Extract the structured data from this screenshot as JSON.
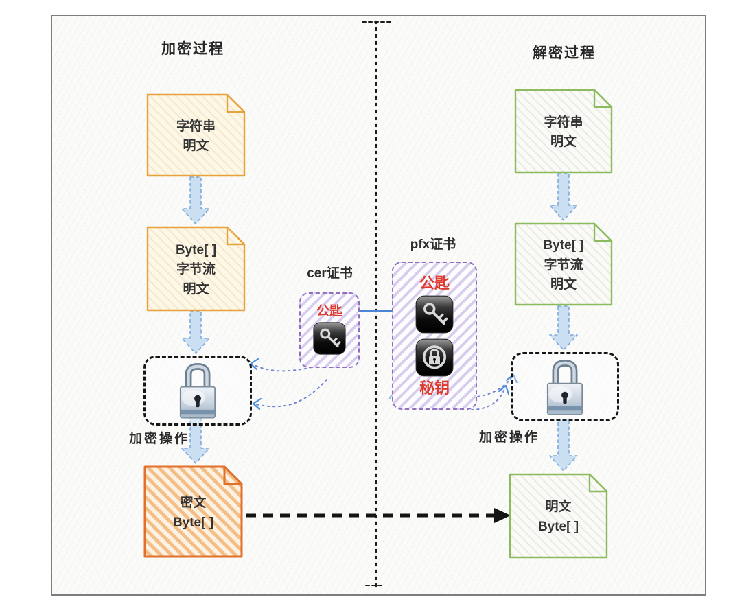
{
  "titles": {
    "encrypt": "加密过程",
    "decrypt": "解密过程"
  },
  "encrypt_flow": {
    "doc_string": "字符串\n明文",
    "doc_bytes": "Byte[ ]\n字节流\n明文",
    "operation_label": "加密操作",
    "doc_cipher": "密文\nByte[ ]"
  },
  "decrypt_flow": {
    "doc_string": "字符串\n明文",
    "doc_bytes": "Byte[ ]\n字节流\n明文",
    "operation_label": "加密操作",
    "doc_plain": "明文\nByte[ ]"
  },
  "certificates": {
    "cer": {
      "label": "cer证书",
      "public_key_label": "公匙"
    },
    "pfx": {
      "label": "pfx证书",
      "public_key_label": "公匙",
      "private_key_label": "秘钥"
    }
  },
  "icons": {
    "padlock": "padlock-icon",
    "public_key": "key-icon",
    "private_key": "padlock-ring-icon"
  },
  "colors": {
    "encrypt_doc_border": "#E8A13C",
    "cipher_doc_border": "#E0702A",
    "decrypt_doc_border": "#8CBB5E",
    "cert_border": "#8F6FC0",
    "key_text": "#E0392E",
    "arrow_fill": "#CBDFF3",
    "arrow_stroke": "#7FA9DA",
    "link_blue": "#4A86D8",
    "dash_black": "#141414"
  }
}
